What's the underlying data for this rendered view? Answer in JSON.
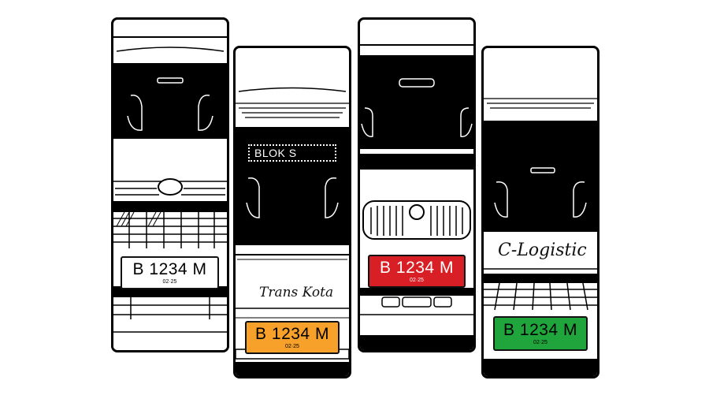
{
  "vehicles": [
    {
      "kind": "private-car",
      "plate": {
        "number": "B 1234 M",
        "expiry": "02·25",
        "background": "#ffffff",
        "text_color": "#000000"
      }
    },
    {
      "kind": "public-bus",
      "route_sign": "BLOK S",
      "body_script": "Trans Kota",
      "plate": {
        "number": "B 1234 M",
        "expiry": "02·25",
        "background": "#f7a12b",
        "text_color": "#000000"
      }
    },
    {
      "kind": "government-car",
      "plate": {
        "number": "B 1234 M",
        "expiry": "02·25",
        "background": "#d81f26",
        "text_color": "#ffffff"
      }
    },
    {
      "kind": "logistic-truck",
      "body_script": "C-Logistic",
      "plate": {
        "number": "B 1234 M",
        "expiry": "02·25",
        "background": "#1fa53b",
        "text_color": "#000000"
      }
    }
  ]
}
